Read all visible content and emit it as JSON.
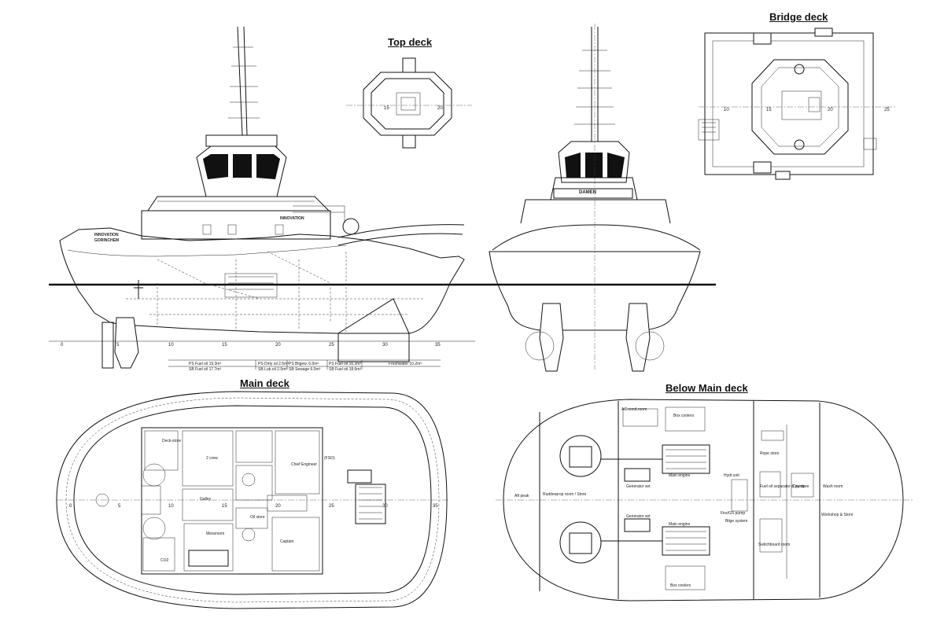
{
  "titles": {
    "top_deck": "Top deck",
    "bridge_deck": "Bridge deck",
    "main_deck": "Main deck",
    "below_main_deck": "Below Main deck"
  },
  "side_view": {
    "hull_name": "INNOVATION",
    "home_port_lines": [
      "INNOVATION",
      "GORINCHEM"
    ],
    "frame_ticks": [
      "0",
      "5",
      "10",
      "15",
      "20",
      "25",
      "30",
      "35"
    ],
    "tanks_row1": [
      "PS Fuel oil 19.3m³",
      "PS Dirty oil 2.5m³",
      "PS Bilgew. 6.0m³",
      "PS Fuel oil 16.3m³",
      "Freshwater 10.2m³"
    ],
    "tanks_row2": [
      "SB Fuel oil 17.7m³",
      "SB Lub.oil 2.5m³",
      "SB Sewage 6.0m³",
      "SB Fuel oil 18.6m³"
    ]
  },
  "front_view": {
    "bridge_name": "DAMEN"
  },
  "top_deck": {
    "ticks": [
      "15",
      "20"
    ]
  },
  "bridge_deck": {
    "ticks": [
      "10",
      "15",
      "20",
      "25"
    ]
  },
  "main_deck": {
    "ticks": [
      "0",
      "5",
      "10",
      "15",
      "20",
      "25",
      "30",
      "35"
    ],
    "rooms": {
      "deck_store": "Deck-store",
      "crew": "2 crew",
      "chief_engineer": "Chief Engineer",
      "fso": "(FSO)",
      "galley": "Galley",
      "oil_store": "Oil store",
      "messroom": "Messroom",
      "captain": "Captain",
      "co2": "CO2"
    }
  },
  "below_main_deck": {
    "rooms": {
      "ac_cond": "AC-cond.room",
      "box_coolers_top": "Box coolers",
      "rope_store": "Rope store",
      "aft_peak": "Aft peak",
      "rudderprop": "Rudderprop room / Store",
      "generator_top": "Generator set",
      "main_engine_top": "Main engine",
      "hydr_unit": "Hydr.unit",
      "fuel_oil_sep": "Fuel oil separator & pump",
      "dry_store": "Dry store",
      "wash": "Wash room",
      "generator_bottom": "Generator set",
      "main_engine_bottom": "Main engine",
      "fire_pump": "Fire/GS pump",
      "bilge_system": "Bilge system",
      "workshop": "Workshop & Store",
      "switchboard": "Switchboard room",
      "box_coolers_bottom": "Box coolers"
    }
  }
}
